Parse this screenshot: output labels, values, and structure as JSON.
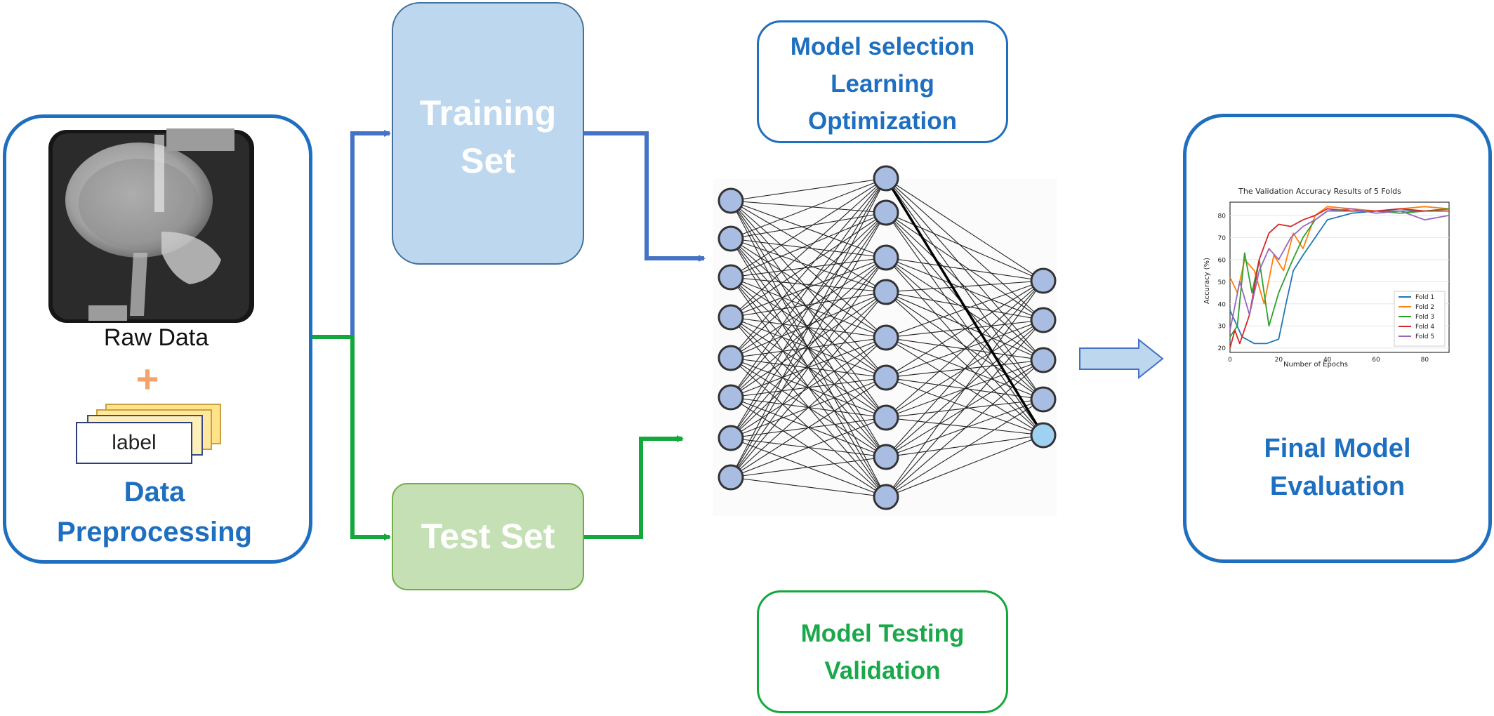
{
  "preprocessing": {
    "raw_label": "Raw Data",
    "plus": "+",
    "card_label": "label",
    "title_line1": "Data",
    "title_line2": "Preprocessing"
  },
  "training": {
    "line1": "Training",
    "line2": "Set"
  },
  "test": {
    "label": "Test Set"
  },
  "model_selection": {
    "line1": "Model selection",
    "line2": "Learning",
    "line3": "Optimization"
  },
  "model_testing": {
    "line1": "Model Testing",
    "line2": "Validation"
  },
  "final": {
    "line1": "Final Model",
    "line2": "Evaluation"
  },
  "colors": {
    "blue_border": "#1f6fc0",
    "blue_text": "#1f6fc0",
    "green_text": "#1aa84a",
    "training_fill": "#bdd7ee",
    "test_fill": "#c5e0b4",
    "node_fill": "#a9bde3",
    "output_node_fill": "#9fd2f2",
    "arrow_blue": "#4472c4",
    "arrow_green": "#12a83c",
    "block_arrow_fill": "#bdd7ee"
  },
  "chart_data": {
    "type": "line",
    "title": "The Validation Accuracy Results of 5 Folds",
    "xlabel": "Number of Epochs",
    "ylabel": "Accuracy (%)",
    "xlim": [
      0,
      90
    ],
    "ylim": [
      18,
      86
    ],
    "xticks": [
      "0",
      "20",
      "40",
      "60",
      "80"
    ],
    "yticks": [
      "20",
      "30",
      "40",
      "50",
      "60",
      "70",
      "80"
    ],
    "legend_position": "lower-right",
    "series": [
      {
        "name": "Fold 1",
        "color": "#1f77b4",
        "x": [
          0,
          5,
          10,
          15,
          20,
          23,
          26,
          30,
          35,
          40,
          50,
          60,
          70,
          80,
          90
        ],
        "y": [
          37,
          25,
          22,
          22,
          24,
          40,
          55,
          62,
          70,
          78,
          81,
          82,
          82,
          82,
          83
        ]
      },
      {
        "name": "Fold 2",
        "color": "#ff7f0e",
        "x": [
          0,
          3,
          6,
          10,
          14,
          18,
          22,
          26,
          30,
          35,
          40,
          50,
          60,
          70,
          80,
          90
        ],
        "y": [
          52,
          45,
          60,
          55,
          40,
          62,
          55,
          72,
          65,
          80,
          84,
          83,
          82,
          83,
          84,
          83
        ]
      },
      {
        "name": "Fold 3",
        "color": "#2ca02c",
        "x": [
          0,
          3,
          6,
          9,
          12,
          16,
          20,
          25,
          30,
          35,
          40,
          50,
          60,
          70,
          80,
          90
        ],
        "y": [
          25,
          30,
          63,
          45,
          60,
          30,
          45,
          58,
          70,
          78,
          82,
          82,
          82,
          81,
          82,
          83
        ]
      },
      {
        "name": "Fold 4",
        "color": "#d62728",
        "x": [
          0,
          2,
          4,
          8,
          12,
          16,
          20,
          25,
          30,
          35,
          40,
          50,
          60,
          70,
          80,
          90
        ],
        "y": [
          20,
          28,
          22,
          35,
          60,
          72,
          76,
          75,
          78,
          80,
          83,
          82,
          82,
          83,
          82,
          82
        ]
      },
      {
        "name": "Fold 5",
        "color": "#9467bd",
        "x": [
          0,
          4,
          8,
          12,
          16,
          20,
          25,
          30,
          35,
          40,
          50,
          60,
          70,
          80,
          90
        ],
        "y": [
          28,
          50,
          35,
          55,
          65,
          60,
          70,
          75,
          78,
          82,
          83,
          81,
          82,
          78,
          80
        ]
      }
    ]
  }
}
